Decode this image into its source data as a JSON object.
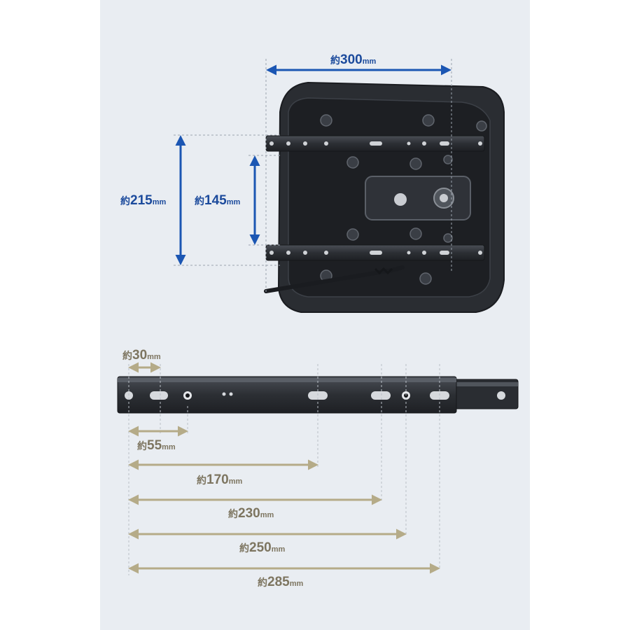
{
  "colors": {
    "background": "#ffffff",
    "panel": "#e9edf2",
    "blue_dimension": "#1b56b3",
    "tan_dimension": "#b5ab88",
    "seat_body": "#2b2e33",
    "rail": "#34373d"
  },
  "prefix": "約",
  "unit": "mm",
  "seat_dimensions": {
    "width": {
      "prefix": "約",
      "value": "300",
      "unit": "mm"
    },
    "outer_height": {
      "prefix": "約",
      "value": "215",
      "unit": "mm"
    },
    "inner_height": {
      "prefix": "約",
      "value": "145",
      "unit": "mm"
    }
  },
  "rail_dimensions": {
    "d30": {
      "prefix": "約",
      "value": "30",
      "unit": "mm"
    },
    "d55": {
      "prefix": "約",
      "value": "55",
      "unit": "mm"
    },
    "d170": {
      "prefix": "約",
      "value": "170",
      "unit": "mm"
    },
    "d230": {
      "prefix": "約",
      "value": "230",
      "unit": "mm"
    },
    "d250": {
      "prefix": "約",
      "value": "250",
      "unit": "mm"
    },
    "d285": {
      "prefix": "約",
      "value": "285",
      "unit": "mm"
    }
  },
  "images": {
    "seat": "seat-bottom-with-rails-photo",
    "rail": "slide-rail-photo"
  }
}
